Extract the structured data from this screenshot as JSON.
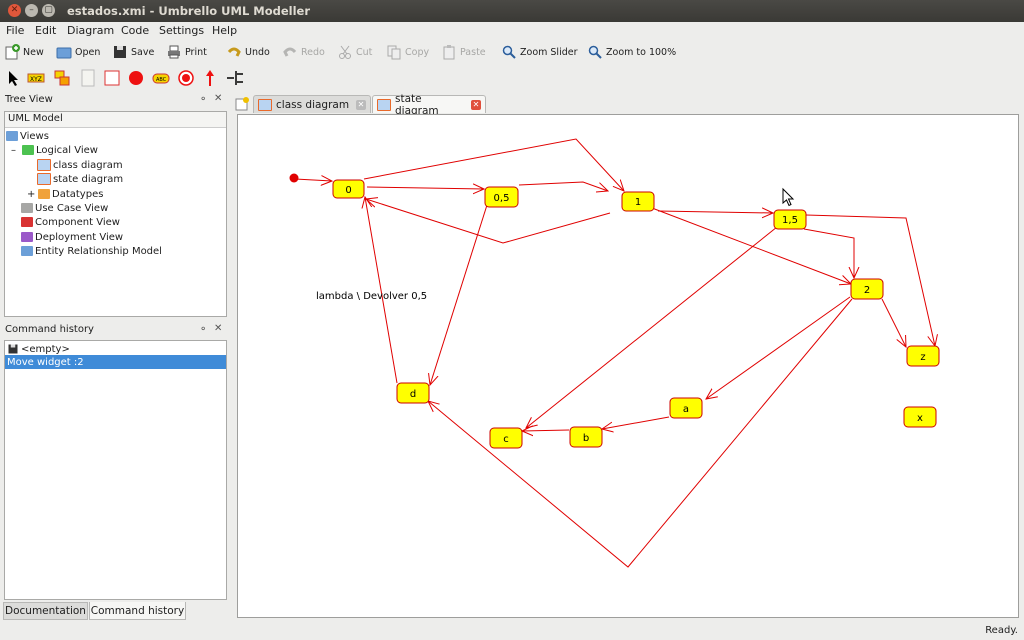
{
  "window": {
    "title": "estados.xmi - Umbrello UML Modeller"
  },
  "menu": [
    "File",
    "Edit",
    "Diagram",
    "Code",
    "Settings",
    "Help"
  ],
  "toolbar": {
    "new": "New",
    "open": "Open",
    "save": "Save",
    "print": "Print",
    "undo": "Undo",
    "redo": "Redo",
    "cut": "Cut",
    "copy": "Copy",
    "paste": "Paste",
    "zoom_slider": "Zoom Slider",
    "zoom_100": "Zoom to 100%"
  },
  "tree_view": {
    "title": "Tree View",
    "header": "UML Model",
    "items": [
      "Views",
      "Logical View",
      "class diagram",
      "state diagram",
      "Datatypes",
      "Use Case View",
      "Component View",
      "Deployment View",
      "Entity Relationship Model"
    ]
  },
  "command_history": {
    "title": "Command history",
    "items": [
      "<empty>",
      "Move widget :2"
    ]
  },
  "tabs": [
    "class diagram",
    "state diagram"
  ],
  "bottom_tabs": [
    "Documentation",
    "Command history"
  ],
  "diagram": {
    "states": [
      "0",
      "0,5",
      "1",
      "1,5",
      "2",
      "z",
      "x",
      "a",
      "b",
      "c",
      "d"
    ],
    "note": "lambda \\ Devolver 0,5"
  },
  "status": {
    "text": "Ready."
  },
  "colors": {
    "state_fill": "#ffff00",
    "state_border": "#cc0000",
    "edge": "#e00000",
    "selection": "#3f8bd8"
  }
}
